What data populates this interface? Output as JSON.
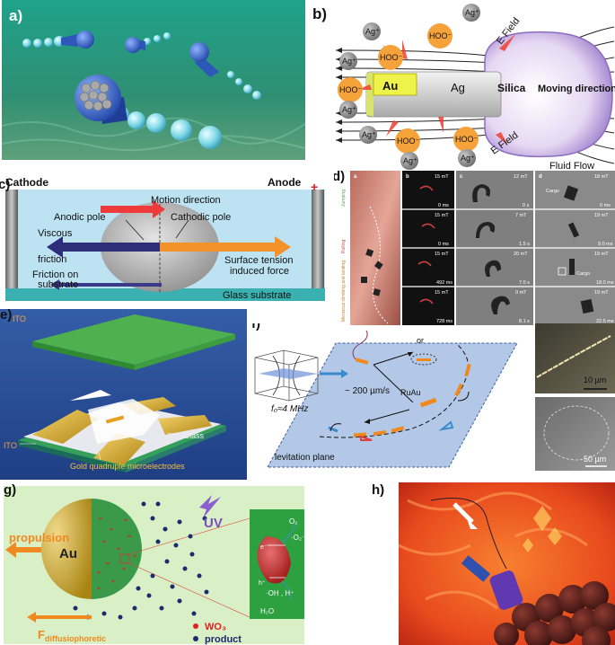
{
  "panels": {
    "a": {
      "label": "a)"
    },
    "b": {
      "label": "b)",
      "ag_ion": "Ag⁺",
      "hoo": "HOO⁻",
      "au": "Au",
      "ag": "Ag",
      "silica": "Silica",
      "moving": "Moving direction",
      "efield": "E Field",
      "fluid": "Fluid Flow"
    },
    "c": {
      "label": "c)",
      "cathode": "Cathode",
      "anode": "Anode",
      "plus": "+",
      "motion": "Motion direction",
      "anodic": "Anodic pole",
      "cathodic": "Cathodic pole",
      "viscous1": "Viscous",
      "viscous2": "friction",
      "surface1": "Surface tension",
      "surface2": "induced force",
      "friction1": "Friction on",
      "friction2": "substrate",
      "glass": "Glass substrate"
    },
    "d": {
      "label": "d)",
      "cols": [
        "a",
        "b",
        "c",
        "d"
      ],
      "side_labels": [
        "Jumping",
        "Rolling",
        "Meniscus climbing and landing"
      ],
      "field_b": [
        "15 mT",
        "15 mT",
        "15 mT",
        "15 mT"
      ],
      "time_b": [
        "0 ms",
        "0 ms",
        "492 ms",
        "728 ms"
      ],
      "field_c": [
        "12 mT",
        "7 mT",
        "20 mT",
        "0 mT"
      ],
      "time_c": [
        "0 s",
        "1.5 s",
        "7.0 s",
        "8.1 s"
      ],
      "field_d": [
        "18 mT",
        "19 mT",
        "19 mT",
        "19 mT"
      ],
      "time_d": [
        "0 ms",
        "9.0 ms",
        "18.0 ms",
        "22.5 ms"
      ],
      "cargo": "Cargo"
    },
    "e": {
      "label": "e)",
      "ito_top": "ITO",
      "ito_left": "ITO",
      "glass": "Glass",
      "gold": "Gold quadruple microelectrodes"
    },
    "f": {
      "label": "f)",
      "freq": "f₀≈4 MHz",
      "or": "or",
      "speed": "~ 200 µm/s",
      "ruau": "RuAu",
      "levitation": "levitation plane",
      "scale1": "10 µm",
      "scale2": "50 µm"
    },
    "g": {
      "label": "g)",
      "uv": "UV",
      "propulsion": "propulsion",
      "au": "Au",
      "f_main": "F",
      "f_sub": "diffusiophoretic",
      "o2": "O₂",
      "o2m": "·O₂⁻",
      "e": "e⁻",
      "h": "h⁺",
      "oh": "·OH , H⁺",
      "h2o": "H₂O",
      "legend_wo3": "WO₃",
      "legend_product": "product"
    },
    "h": {
      "label": "h)"
    }
  },
  "colors": {
    "ag_orange": "#f5a23a",
    "arrow_red": "#f04030",
    "c_bg": "#bde3f2",
    "d_pink": "#d88a80",
    "e_bg": "#2b4f9a",
    "f_plane": "#b3c8e6",
    "g_bg": "#d9f0c6",
    "g_gold": "#d2b13a",
    "h_red": "#e84a1d"
  }
}
